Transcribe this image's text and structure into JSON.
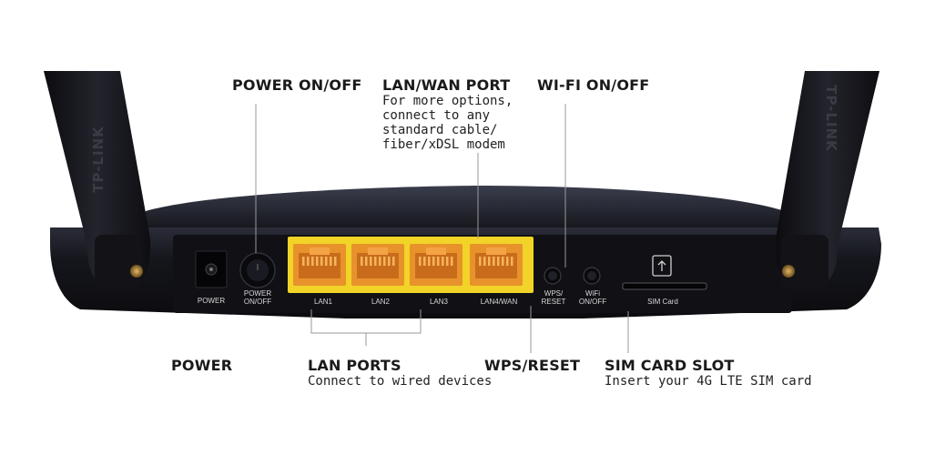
{
  "brand": "TP-LINK",
  "callouts": {
    "power_onoff": {
      "title": "POWER ON/OFF"
    },
    "lan_wan": {
      "title": "LAN/WAN PORT",
      "desc": [
        "For more options,",
        "connect to any",
        "standard cable/",
        "fiber/xDSL modem"
      ]
    },
    "wifi_onoff": {
      "title": "WI-FI ON/OFF"
    },
    "power": {
      "title": "POWER"
    },
    "lan_ports": {
      "title": "LAN PORTS",
      "desc": "Connect to wired devices"
    },
    "wps_reset": {
      "title": "WPS/RESET"
    },
    "sim_slot": {
      "title": "SIM CARD SLOT",
      "desc": "Insert your 4G LTE SIM card"
    }
  },
  "panel_labels": {
    "power": "POWER",
    "power_onoff": [
      "POWER",
      "ON/OFF"
    ],
    "lan1": "LAN1",
    "lan2": "LAN2",
    "lan3": "LAN3",
    "lan4wan": "LAN4/WAN",
    "wps_reset": [
      "WPS/",
      "RESET"
    ],
    "wifi_onoff": [
      "WiFi",
      "ON/OFF"
    ],
    "sim_card": "SIM Card"
  },
  "colors": {
    "router_body": "#16161c",
    "port_housing": "#f2d327",
    "port_interior": "#e8922c",
    "label_text": "#1a1a1a"
  }
}
